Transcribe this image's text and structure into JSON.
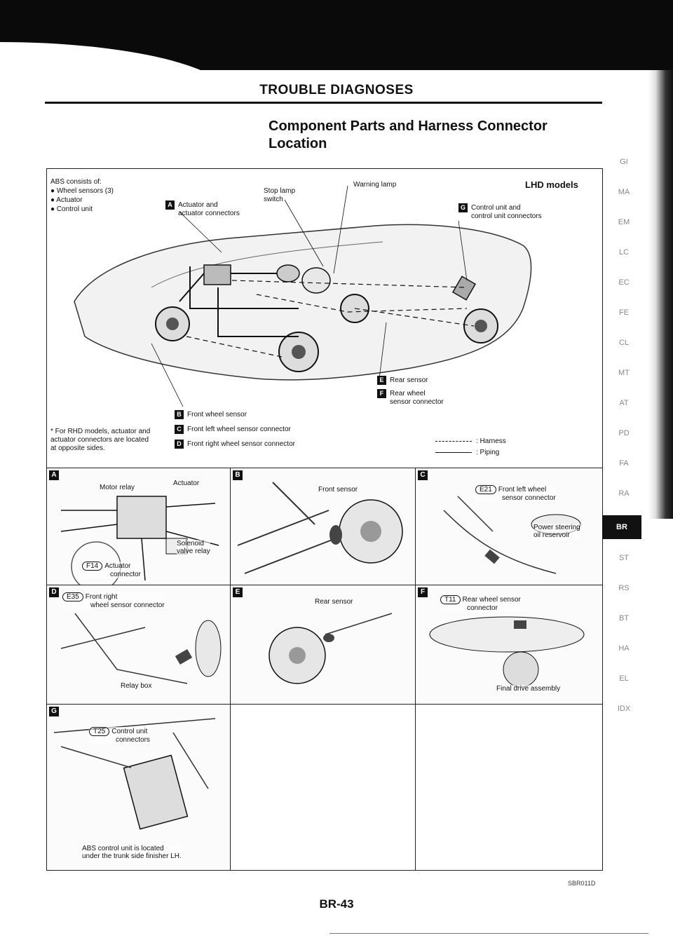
{
  "header": {
    "title": "TROUBLE DIAGNOSES",
    "section_title_line1": "Component Parts and Harness Connector",
    "section_title_line2": "Location"
  },
  "diagram": {
    "abs_consists_label": "ABS consists of:",
    "abs_items": [
      "Wheel sensors (3)",
      "Actuator",
      "Control unit"
    ],
    "model_label": "LHD models",
    "callout_a_line1": "Actuator and",
    "callout_a_line2": "actuator connectors",
    "callout_stop_line1": "Stop lamp",
    "callout_stop_line2": "switch",
    "callout_warning": "Warning lamp",
    "callout_g_line1": "Control unit and",
    "callout_g_line2": "control unit connectors",
    "callout_e": "Rear sensor",
    "callout_f_line1": "Rear wheel",
    "callout_f_line2": "sensor connector",
    "callout_b": "Front wheel sensor",
    "callout_c": "Front left wheel sensor connector",
    "callout_d": "Front right wheel sensor connector",
    "note_line1": "For RHD models, actuator and",
    "note_line2": "actuator connectors are located",
    "note_line3": "at opposite sides.",
    "legend_harness": ": Harness",
    "legend_piping": ": Piping",
    "tag_letters": {
      "a": "A",
      "b": "B",
      "c": "C",
      "d": "D",
      "e": "E",
      "f": "F",
      "g": "G"
    }
  },
  "panels": {
    "a": {
      "tag": "A",
      "label_motor_relay": "Motor relay",
      "label_actuator": "Actuator",
      "label_solenoid1": "Solenoid",
      "label_solenoid2": "valve relay",
      "connector_code": "F14",
      "label_conn1": "Actuator",
      "label_conn2": "connector"
    },
    "b": {
      "tag": "B",
      "label": "Front sensor"
    },
    "c": {
      "tag": "C",
      "connector_code": "E21",
      "label1": "Front left wheel",
      "label2": "sensor connector",
      "label_ps1": "Power steering",
      "label_ps2": "oil reservoir"
    },
    "d": {
      "tag": "D",
      "connector_code": "E35",
      "label1": "Front right",
      "label2": "wheel sensor connector",
      "label_relay": "Relay box"
    },
    "e": {
      "tag": "E",
      "label": "Rear sensor"
    },
    "f": {
      "tag": "F",
      "connector_code": "T11",
      "label1": "Rear wheel sensor",
      "label2": "connector",
      "label_final": "Final drive assembly"
    },
    "g": {
      "tag": "G",
      "connector_code": "T25",
      "label1": "Control unit",
      "label2": "connectors",
      "caption1": "ABS control unit is located",
      "caption2": "under the trunk side finisher LH."
    }
  },
  "sidetabs": [
    "GI",
    "MA",
    "EM",
    "LC",
    "EC",
    "FE",
    "CL",
    "MT",
    "AT",
    "PD",
    "FA",
    "RA",
    "BR",
    "ST",
    "RS",
    "BT",
    "HA",
    "EL",
    "IDX"
  ],
  "active_tab": "BR",
  "footer": {
    "page_number": "BR-43",
    "figure_code": "SBR011D"
  }
}
